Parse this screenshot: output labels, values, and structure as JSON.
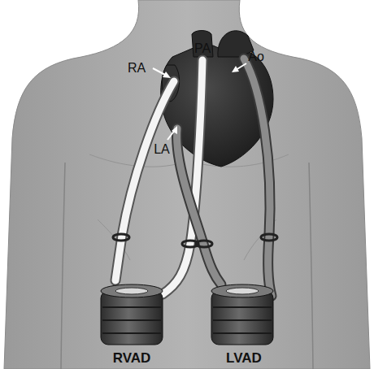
{
  "diagram": {
    "labels": [
      "RA",
      "PA",
      "Ao",
      "LA",
      "RVAD",
      "LVAD"
    ]
  }
}
